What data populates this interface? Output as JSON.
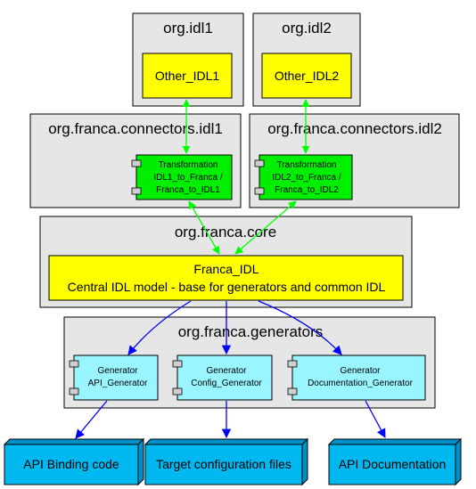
{
  "packages": {
    "idl1": "org.idl1",
    "idl2": "org.idl2",
    "connectors_idl1": "org.franca.connectors.idl1",
    "connectors_idl2": "org.franca.connectors.idl2",
    "core": "org.franca.core",
    "generators": "org.franca.generators"
  },
  "nodes": {
    "other_idl1": "Other_IDL1",
    "other_idl2": "Other_IDL2",
    "transform1": [
      "Transformation",
      "IDL1_to_Franca /",
      "Franca_to_IDL1"
    ],
    "transform2": [
      "Transformation",
      "IDL2_to_Franca /",
      "Franca_to_IDL2"
    ],
    "franca_idl": [
      "Franca_IDL",
      "Central IDL model - base for generators and common IDL"
    ],
    "gen_api": [
      "Generator",
      "API_Generator"
    ],
    "gen_config": [
      "Generator",
      "Config_Generator"
    ],
    "gen_doc": [
      "Generator",
      "Documentation_Generator"
    ]
  },
  "outputs": {
    "api_binding": "API Binding code",
    "target_config": "Target configuration files",
    "api_doc": "API Documentation"
  },
  "colors": {
    "package_fill": "#e6e6e6",
    "idl_node": "#ffff00",
    "transformation_node": "#00ee00",
    "generator_node": "#99f5ff",
    "output_node": "#00b8f0",
    "bidirectional_edge": "#00ff00",
    "generation_edge": "#0000ff"
  }
}
